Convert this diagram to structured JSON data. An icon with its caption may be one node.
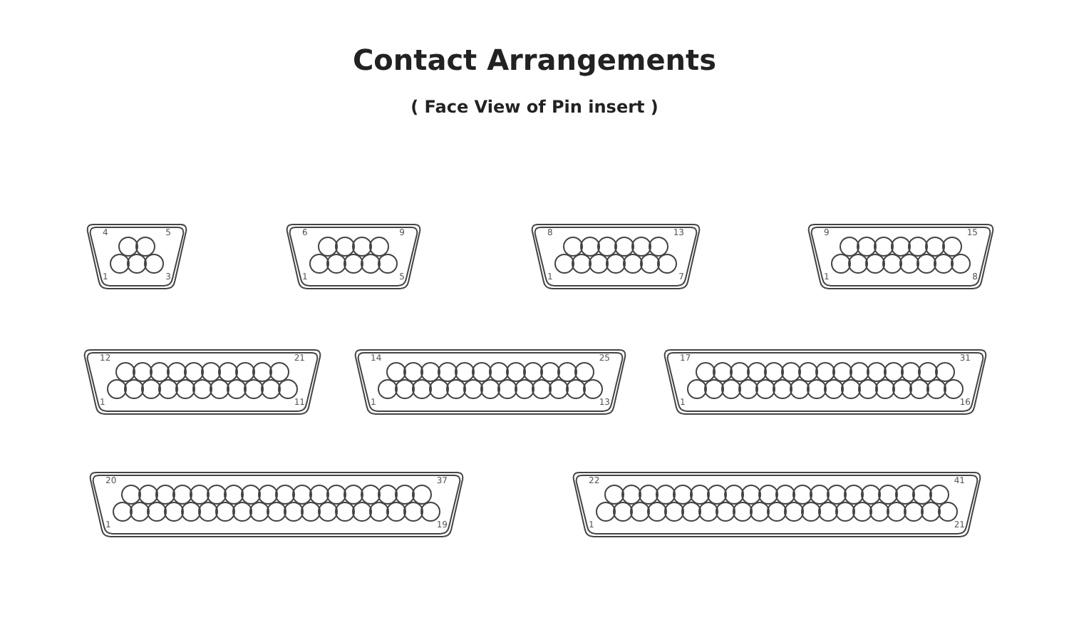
{
  "diagram": {
    "title": "Contact Arrangements",
    "caption": "( Face View of Pin insert )",
    "labels": [
      "4",
      "5",
      "1",
      "3",
      "6",
      "9",
      "1",
      "5",
      "8",
      "13",
      "1",
      "7",
      "9",
      "15",
      "1",
      "8",
      "12",
      "21",
      "1",
      "11",
      "14",
      "25",
      "1",
      "13",
      "17",
      "31",
      "1",
      "16",
      "20",
      "37",
      "1",
      "19",
      "22",
      "41",
      "1",
      "21"
    ]
  }
}
